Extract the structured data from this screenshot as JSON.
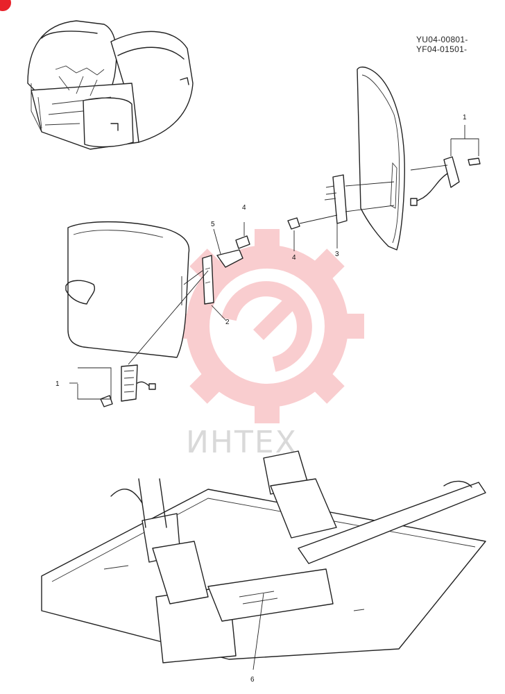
{
  "serials": [
    "YU04-00801-",
    "YF04-01501-"
  ],
  "watermark": {
    "text": "ИНТЕХ",
    "color": "#e8222a"
  },
  "callouts": [
    {
      "id": "c1a",
      "label": "1"
    },
    {
      "id": "c1b",
      "label": "1"
    },
    {
      "id": "c2",
      "label": "2"
    },
    {
      "id": "c3",
      "label": "3"
    },
    {
      "id": "c4a",
      "label": "4"
    },
    {
      "id": "c4b",
      "label": "4"
    },
    {
      "id": "c5",
      "label": "5"
    },
    {
      "id": "c6",
      "label": "6"
    }
  ]
}
